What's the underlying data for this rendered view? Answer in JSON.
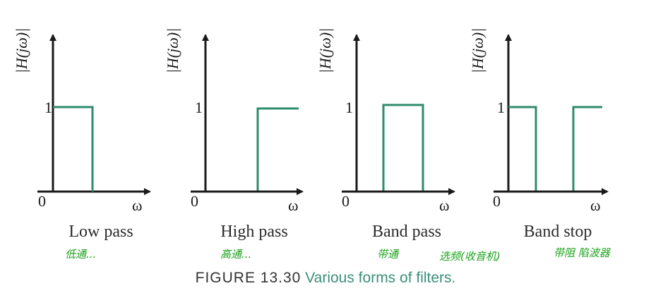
{
  "panels": [
    {
      "id": "low",
      "y_axis_label": "|H(jω)|",
      "one_label": "1",
      "zero_label": "0",
      "x_axis_label": "ω",
      "filter_name": "Low pass",
      "handwritten_note": "低通..."
    },
    {
      "id": "high",
      "y_axis_label": "|H(jω)|",
      "one_label": "1",
      "zero_label": "0",
      "x_axis_label": "ω",
      "filter_name": "High pass",
      "handwritten_note": "高通..."
    },
    {
      "id": "bandpass",
      "y_axis_label": "|H(jω)|",
      "one_label": "1",
      "zero_label": "0",
      "x_axis_label": "ω",
      "filter_name": "Band pass",
      "handwritten_note": "带通"
    },
    {
      "id": "bandstop",
      "y_axis_label": "|H(jω)|",
      "one_label": "1",
      "zero_label": "0",
      "x_axis_label": "ω",
      "filter_name": "Band stop",
      "handwritten_note": "带阻 陷波器"
    }
  ],
  "extra_note": "选频(收音机)",
  "caption": {
    "figure_label": "FIGURE 13.30",
    "text": "Various forms of filters."
  },
  "colors": {
    "response": "#2e8b6e",
    "axis": "#1a1a1a",
    "handwriting": "#1aa31a",
    "caption_text": "#3b8f7a"
  }
}
